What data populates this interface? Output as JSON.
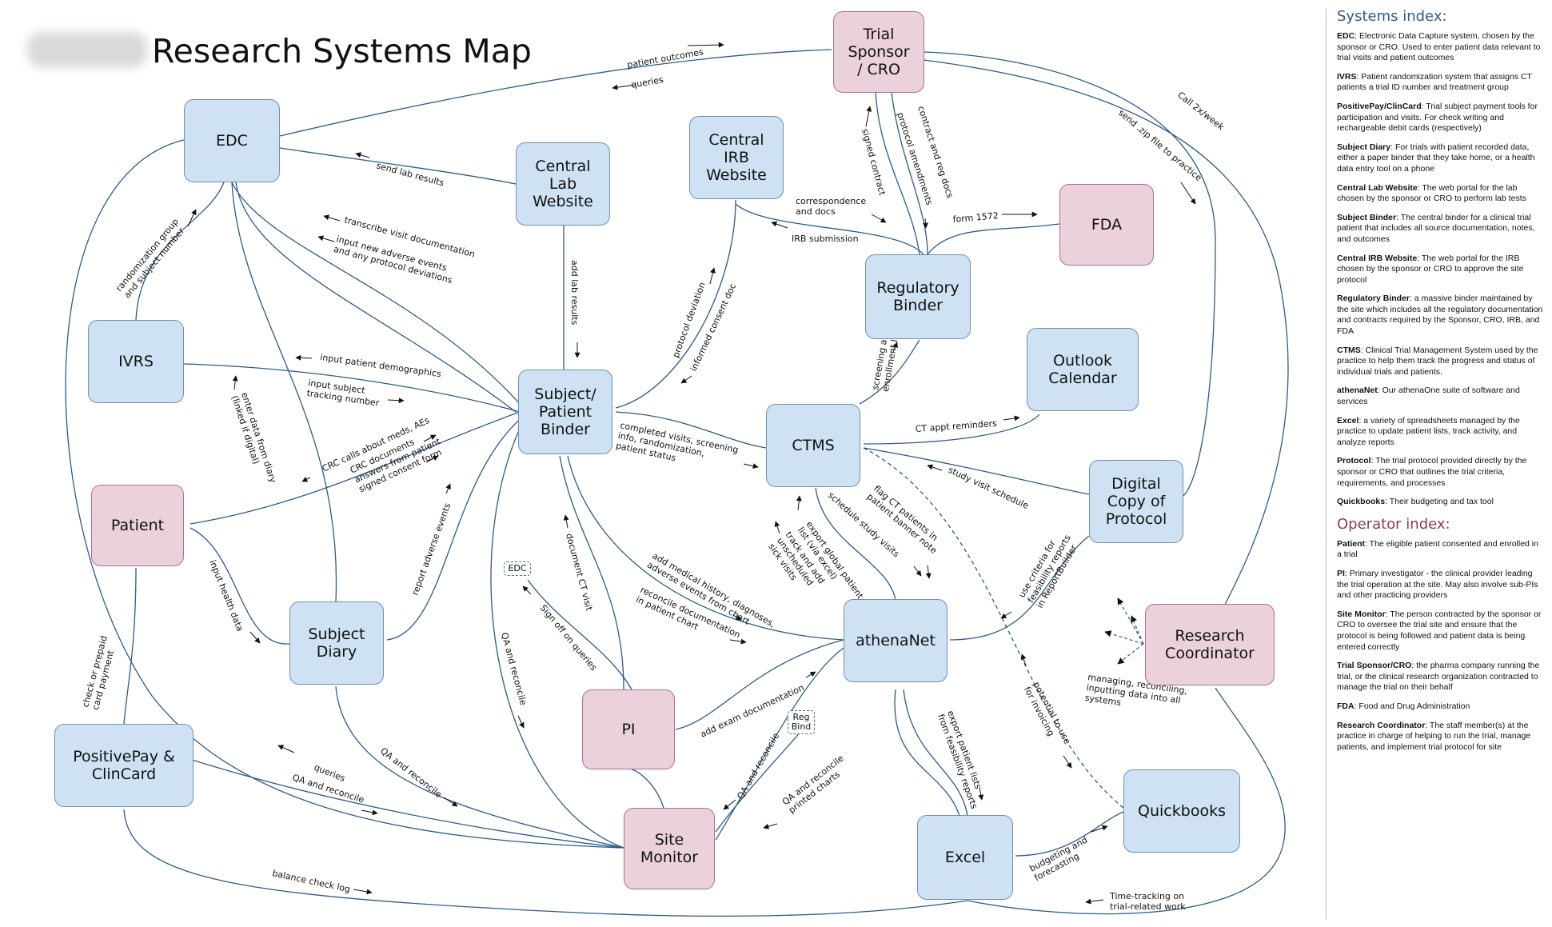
{
  "title": "Research Systems Map",
  "nodes": {
    "edc": "EDC",
    "central_lab": "Central\nLab\nWebsite",
    "central_irb": "Central\nIRB\nWebsite",
    "sponsor": "Trial\nSponsor\n/ CRO",
    "fda": "FDA",
    "regulatory_binder": "Regulatory\nBinder",
    "outlook": "Outlook\nCalendar",
    "ivrs": "IVRS",
    "subject_binder": "Subject/\nPatient\nBinder",
    "ctms": "CTMS",
    "digital_protocol": "Digital\nCopy of\nProtocol",
    "patient": "Patient",
    "subject_diary": "Subject\nDiary",
    "athenanet": "athenaNet",
    "research_coordinator": "Research\nCoordinator",
    "pi": "PI",
    "positivepay": "PositivePay &\nClinCard",
    "site_monitor": "Site\nMonitor",
    "excel": "Excel",
    "quickbooks": "Quickbooks",
    "mini_edc": "EDC",
    "mini_reg_bind": "Reg\nBind"
  },
  "edge_labels": {
    "patient_outcomes": "patient outcomes",
    "queries_sponsor": "queries",
    "call_2x_week": "Call 2x/week",
    "send_zip": "send .zip file to practice",
    "signed_contract": "signed contract",
    "protocol_amendments": "protocol amendments",
    "contract_reg_docs": "contract and reg docs",
    "correspondence_docs": "correspondence\nand docs",
    "irb_submission": "IRB submission",
    "form_1572": "form 1572",
    "send_lab_results": "send lab results",
    "transcribe_visit": "transcribe visit documentation",
    "input_new_ae": "input new adverse events\nand any protocol deviations",
    "randomization_group": "randomization group\nand subject number",
    "add_lab_results": "add lab results",
    "protocol_deviation": "protocol deviation",
    "informed_consent_doc": "informed consent doc",
    "input_patient_demographics": "input patient demographics",
    "input_subject_tracking": "input subject\ntracking number",
    "enter_data_diary": "enter data from diary\n(linked if digital)",
    "crc_calls": "CRC calls about meds, AEs",
    "crc_documents": "CRC documents\nanswers from patient\nsigned consent form",
    "report_adverse_events": "report adverse events",
    "input_health_data": "input health data",
    "completed_visits": "completed visits, screening\ninfo, randomization,\npatient status",
    "screening_enrollment_log": "screening and\nenrollment log",
    "ct_appt_reminders": "CT appt reminders",
    "study_visit_schedule": "study visit schedule",
    "flag_ct_patients": "flag CT patients in\npatient banner note",
    "schedule_study_visits": "schedule study visits",
    "export_global_patient": "export global patient\nlist (via excel)",
    "track_unscheduled": "track and add\nunscheduled\nsick visits",
    "use_criteria": "use criteria for\nfeasibility reports\nin ReportBuilder",
    "document_ct_visit": "document CT visit",
    "add_medical_history": "add medical history, diagnoses,\nadverse events from chart",
    "reconcile_documentation": "reconcile documentation\nin patient chart",
    "sign_off_queries": "Sign off on queries",
    "qa_reconcile_binder": "QA and reconcile",
    "managing_reconciling": "managing, reconciling,\ninputting data into all\nsystems",
    "potential_invoicing": "potential to use\nfor invoicing",
    "add_exam_documentation": "add exam documentation",
    "qa_reconcile_pi": "QA and reconcile",
    "qa_reconcile_printed": "QA and reconcile\nprinted charts",
    "export_patient_lists": "export patient lists\nfrom feasibility reports",
    "check_prepaid": "check or prepaid\ncard payment",
    "queries_positivepay": "queries",
    "qa_reconcile_positivepay": "QA and reconcile",
    "qa_reconcile_diary": "QA and reconcile",
    "balance_check_log": "balance check log",
    "budgeting_forecasting": "budgeting and\nforecasting",
    "time_tracking": "Time-tracking on\ntrial-related work"
  },
  "systems_index": {
    "heading": "Systems index:",
    "entries": [
      {
        "term": "EDC",
        "text": ": Electronic Data Capture system, chosen by the sponsor or CRO. Used to enter patient data relevant to trial visits and patient outcomes"
      },
      {
        "term": "IVRS",
        "text": ": Patient randomization system that assigns CT patients a trial ID number and treatment group"
      },
      {
        "term": "PositivePay/ClinCard",
        "text": ": Trial subject payment tools for participation and visits. For check writing and rechargeable debit cards (respectively)"
      },
      {
        "term": "Subject Diary",
        "text": ": For trials with patient recorded data, either a paper binder that they take home, or a health data entry tool on a phone"
      },
      {
        "term": "Central Lab Website",
        "text": ": The web portal for the lab chosen by the sponsor or CRO to perform lab tests"
      },
      {
        "term": "Subject Binder",
        "text": ": The central binder for a clinical trial patient that includes all source documentation, notes, and outcomes"
      },
      {
        "term": "Central IRB Website",
        "text": ": The web portal for the IRB chosen by the sponsor or CRO to approve the site protocol"
      },
      {
        "term": "Regulatory Binder",
        "text": ": a massive binder maintained by the site which includes all the regulatory documentation and contracts required by the Sponsor, CRO, IRB, and FDA"
      },
      {
        "term": "CTMS",
        "text": ": Clinical Trial Management System used by the practice to help them track the progress and status of individual trials and patients."
      },
      {
        "term": "athenaNet",
        "text": ": Our athenaOne suite of software and services"
      },
      {
        "term": "Excel",
        "text": ": a variety of spreadsheets managed by the practice to update patient lists, track activity, and analyze reports"
      },
      {
        "term": "Protocol",
        "text": ": The trial protocol provided directly by the sponsor or CRO that outlines the trial criteria, requirements, and processes"
      },
      {
        "term": "Quickbooks",
        "text": ": Their budgeting and tax tool"
      }
    ]
  },
  "operator_index": {
    "heading": "Operator index:",
    "entries": [
      {
        "term": "Patient",
        "text": ": The eligible patient consented and enrolled in a trial"
      },
      {
        "term": "PI",
        "text": ": Primary investigator - the clinical provider leading the trial operation at the site. May also involve sub-PIs and other practicing providers"
      },
      {
        "term": "Site Monitor",
        "text": ": The person contracted by the sponsor or CRO to oversee the trial site and ensure that the protocol is being followed and patient data is being entered correctly"
      },
      {
        "term": "Trial Sponsor/CRO",
        "text": ": the pharma company running the trial, or the clinical research organization contracted to manage the trial on their behalf"
      },
      {
        "term": "FDA",
        "text": ": Food and Drug Administration"
      },
      {
        "term": "Research Coordinator",
        "text": ": The staff member(s) at the practice in charge of helping to run the trial, manage patients, and implement trial protocol for site"
      }
    ]
  },
  "colors": {
    "system_fill": "#cfe2f3",
    "operator_fill": "#ead1dc",
    "edge": "#2d5b8c"
  }
}
